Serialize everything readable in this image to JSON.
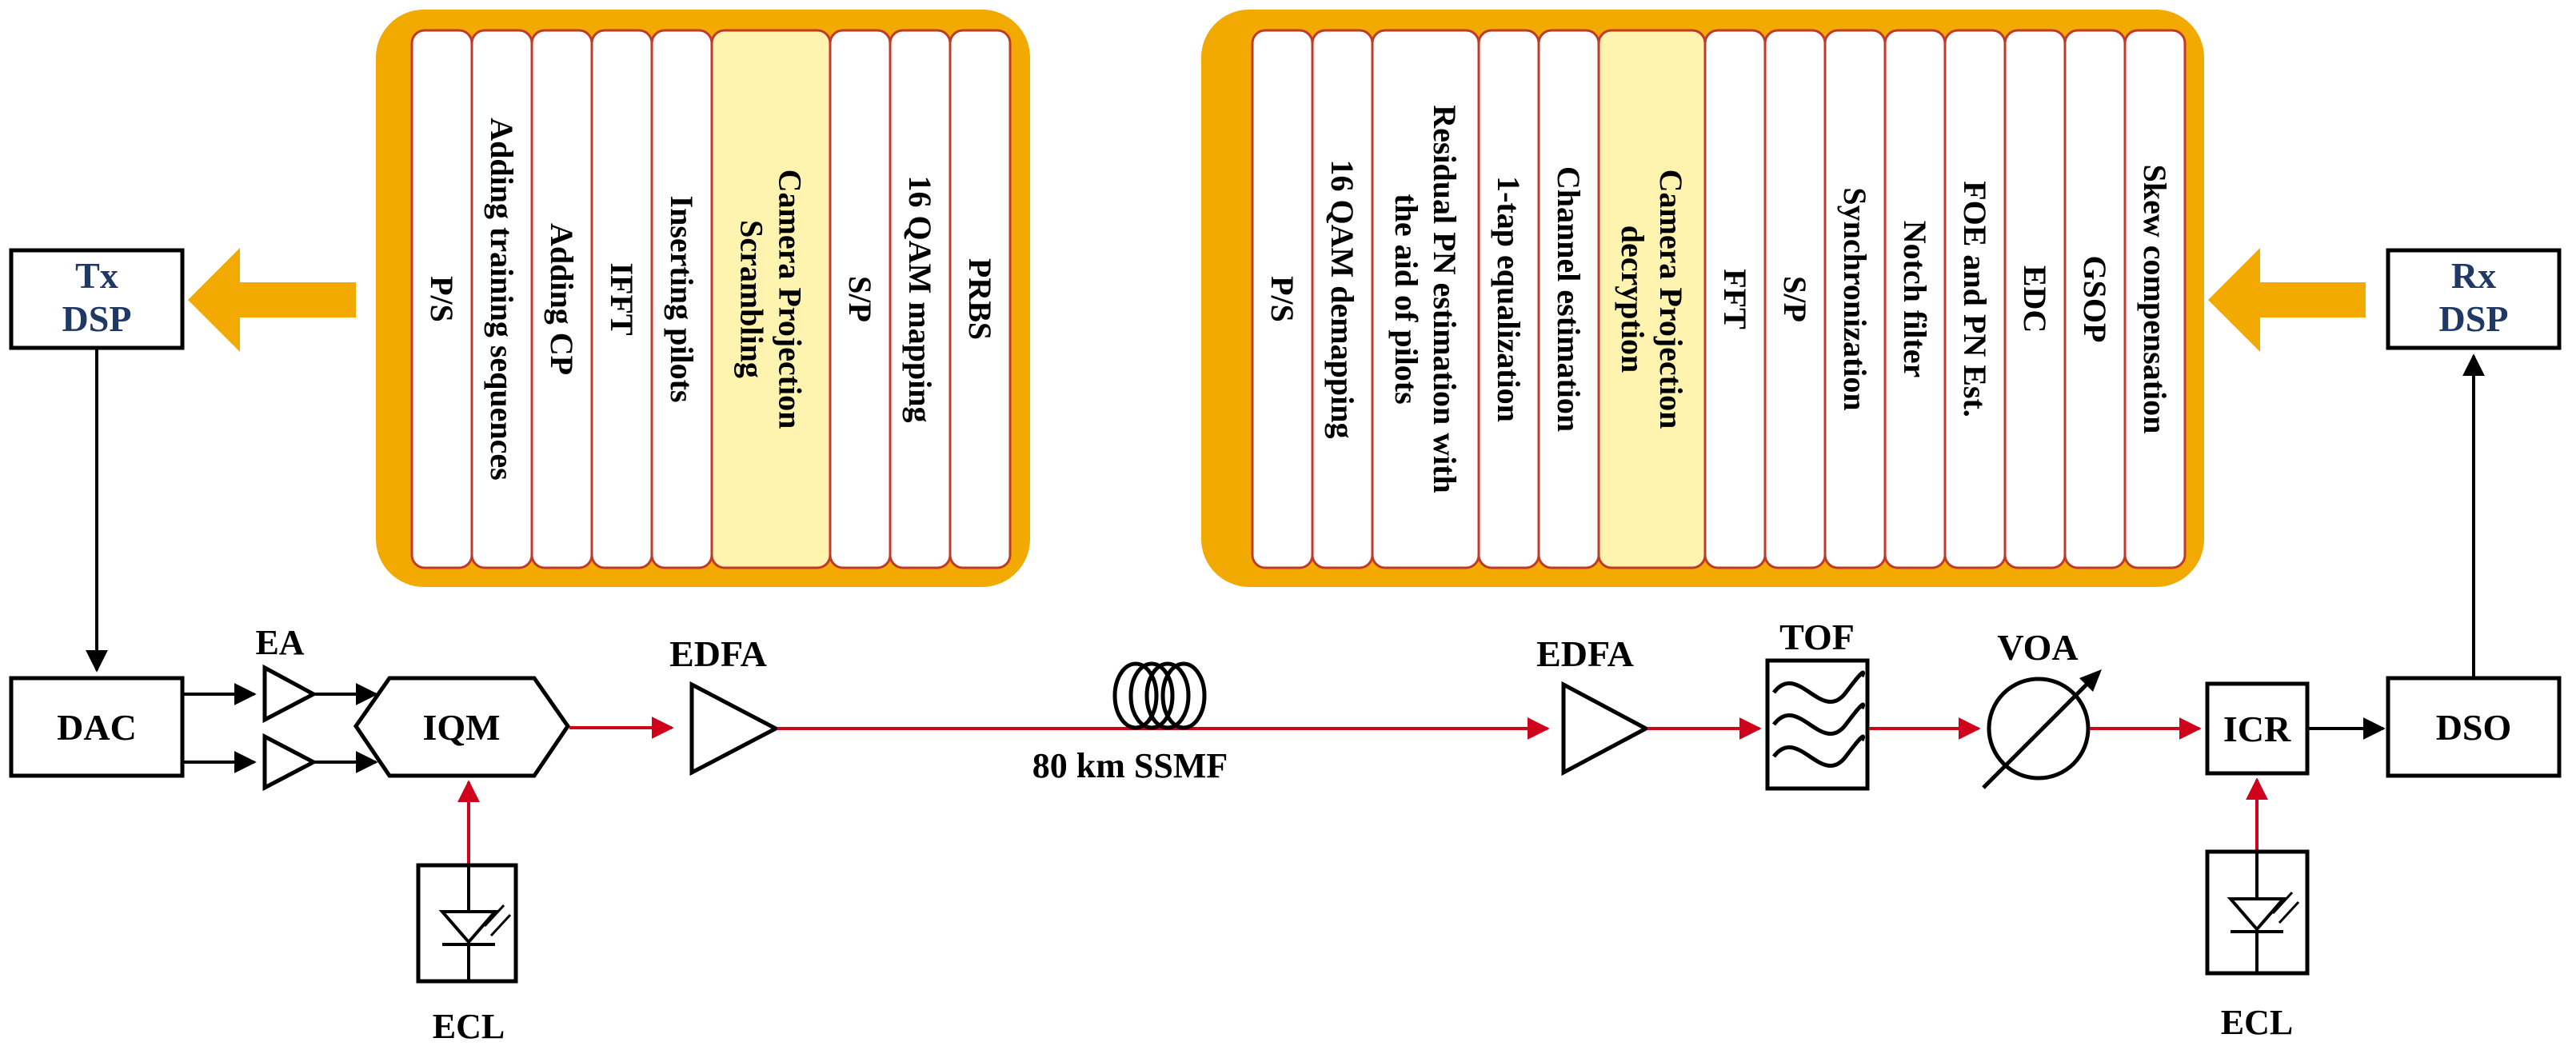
{
  "colors": {
    "panel_fill": "#f2a900",
    "column_border": "#c0392b",
    "highlight_fill": "#fff3b0",
    "optical_path": "#d0021b",
    "electrical_path": "#000000",
    "dsp_text": "#1f3864"
  },
  "tx_dsp": {
    "line1": "Tx",
    "line2": "DSP",
    "steps": [
      {
        "lines": [
          "PRBS"
        ],
        "highlight": false
      },
      {
        "lines": [
          "16 QAM  mapping"
        ],
        "highlight": false
      },
      {
        "lines": [
          "S/P"
        ],
        "highlight": false
      },
      {
        "lines": [
          "Camera Projection",
          "Scrambling"
        ],
        "highlight": true
      },
      {
        "lines": [
          "Inserting pilots"
        ],
        "highlight": false
      },
      {
        "lines": [
          "IFFT"
        ],
        "highlight": false
      },
      {
        "lines": [
          "Adding CP"
        ],
        "highlight": false
      },
      {
        "lines": [
          "Adding training sequences"
        ],
        "highlight": false
      },
      {
        "lines": [
          "P/S"
        ],
        "highlight": false
      }
    ]
  },
  "rx_dsp": {
    "line1": "Rx",
    "line2": "DSP",
    "steps": [
      {
        "lines": [
          "Skew compensation"
        ],
        "highlight": false
      },
      {
        "lines": [
          "GSOP"
        ],
        "highlight": false
      },
      {
        "lines": [
          "EDC"
        ],
        "highlight": false
      },
      {
        "lines": [
          "FOE and PN Est."
        ],
        "highlight": false
      },
      {
        "lines": [
          "Notch filter"
        ],
        "highlight": false
      },
      {
        "lines": [
          "Synchronization"
        ],
        "highlight": false
      },
      {
        "lines": [
          "S/P"
        ],
        "highlight": false
      },
      {
        "lines": [
          "FFT"
        ],
        "highlight": false
      },
      {
        "lines": [
          "Camera Projection",
          "decryption"
        ],
        "highlight": true
      },
      {
        "lines": [
          "Channel estimation"
        ],
        "highlight": false
      },
      {
        "lines": [
          "1-tap equalization"
        ],
        "highlight": false
      },
      {
        "lines": [
          "Residual PN estimation with",
          "the aid of pilots"
        ],
        "highlight": false
      },
      {
        "lines": [
          "16 QAM demapping"
        ],
        "highlight": false
      },
      {
        "lines": [
          "P/S"
        ],
        "highlight": false
      }
    ]
  },
  "components": {
    "dac": "DAC",
    "ea": "EA",
    "iqm": "IQM",
    "ecl_tx": "ECL",
    "edfa_tx": "EDFA",
    "fiber": "80 km SSMF",
    "edfa_rx": "EDFA",
    "tof": "TOF",
    "voa": "VOA",
    "icr": "ICR",
    "ecl_rx": "ECL",
    "dso": "DSO"
  }
}
